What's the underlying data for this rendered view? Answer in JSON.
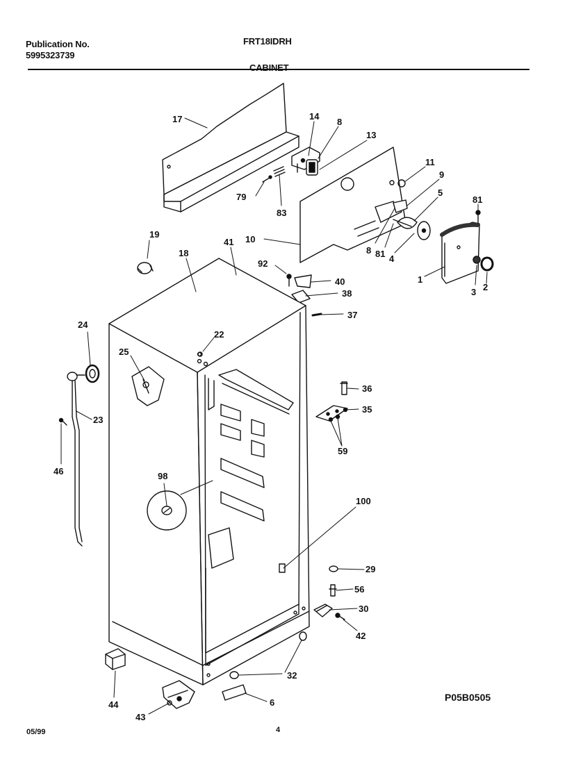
{
  "header": {
    "publication_label": "Publication No.",
    "publication_number": "5995323739",
    "model": "FRT18IDRH",
    "section": "CABINET"
  },
  "footer": {
    "date": "05/99",
    "page": "4",
    "diagram_code": "P05B0505"
  },
  "part_labels": [
    {
      "id": "17",
      "text": "17"
    },
    {
      "id": "14",
      "text": "14"
    },
    {
      "id": "8a",
      "text": "8"
    },
    {
      "id": "13",
      "text": "13"
    },
    {
      "id": "11",
      "text": "11"
    },
    {
      "id": "9",
      "text": "9"
    },
    {
      "id": "5",
      "text": "5"
    },
    {
      "id": "81a",
      "text": "81"
    },
    {
      "id": "79",
      "text": "79"
    },
    {
      "id": "83",
      "text": "83"
    },
    {
      "id": "10",
      "text": "10"
    },
    {
      "id": "8b",
      "text": "8"
    },
    {
      "id": "81b",
      "text": "81"
    },
    {
      "id": "4",
      "text": "4"
    },
    {
      "id": "1",
      "text": "1"
    },
    {
      "id": "3",
      "text": "3"
    },
    {
      "id": "2",
      "text": "2"
    },
    {
      "id": "19",
      "text": "19"
    },
    {
      "id": "18",
      "text": "18"
    },
    {
      "id": "41",
      "text": "41"
    },
    {
      "id": "92",
      "text": "92"
    },
    {
      "id": "40",
      "text": "40"
    },
    {
      "id": "38",
      "text": "38"
    },
    {
      "id": "37",
      "text": "37"
    },
    {
      "id": "24",
      "text": "24"
    },
    {
      "id": "22",
      "text": "22"
    },
    {
      "id": "25",
      "text": "25"
    },
    {
      "id": "23",
      "text": "23"
    },
    {
      "id": "46",
      "text": "46"
    },
    {
      "id": "36",
      "text": "36"
    },
    {
      "id": "35",
      "text": "35"
    },
    {
      "id": "59",
      "text": "59"
    },
    {
      "id": "98",
      "text": "98"
    },
    {
      "id": "100",
      "text": "100"
    },
    {
      "id": "29",
      "text": "29"
    },
    {
      "id": "56",
      "text": "56"
    },
    {
      "id": "30",
      "text": "30"
    },
    {
      "id": "42",
      "text": "42"
    },
    {
      "id": "32",
      "text": "32"
    },
    {
      "id": "44",
      "text": "44"
    },
    {
      "id": "43",
      "text": "43"
    },
    {
      "id": "6",
      "text": "6"
    }
  ]
}
